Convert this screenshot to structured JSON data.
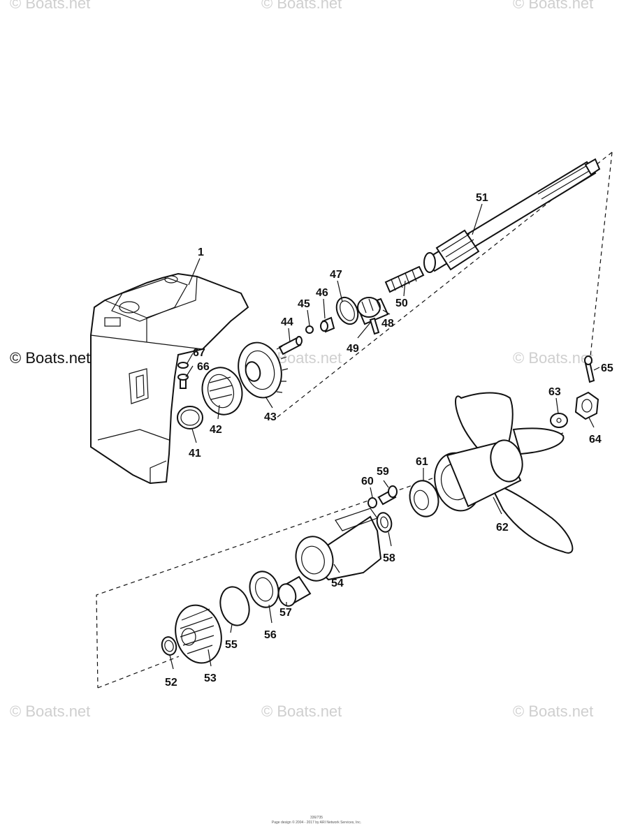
{
  "watermarks": [
    "© Boats.net",
    "© Boats.net",
    "© Boats.net",
    "© Boats.net",
    "© Boats.net",
    "© Boats.net",
    "© Boats.net",
    "© Boats.net",
    "© Boats.net"
  ],
  "footer": {
    "line1": "336/735",
    "line2": "Page design © 2004 - 2017 by ARI Network Services, Inc."
  },
  "callouts": {
    "p1": "1",
    "p41": "41",
    "p42": "42",
    "p43": "43",
    "p44": "44",
    "p45": "45",
    "p46": "46",
    "p47": "47",
    "p48": "48",
    "p49": "49",
    "p50": "50",
    "p51": "51",
    "p52": "52",
    "p53": "53",
    "p54": "54",
    "p55": "55",
    "p56": "56",
    "p57": "57",
    "p58": "58",
    "p59": "59",
    "p60": "60",
    "p61": "61",
    "p62": "62",
    "p63": "63",
    "p64": "64",
    "p65": "65",
    "p66": "66",
    "p67": "67"
  }
}
